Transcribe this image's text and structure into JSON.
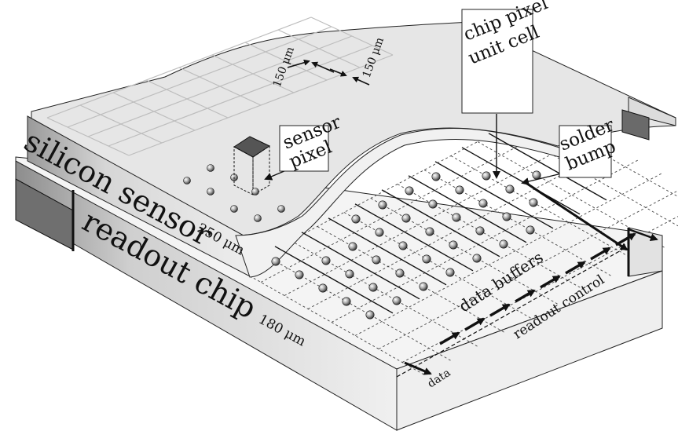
{
  "labels": {
    "silicon_sensor": "silicon sensor",
    "sensor_thickness": "250 μm",
    "readout_chip": "readout chip",
    "chip_thickness": "180 μm",
    "pitch_x": "150 μm",
    "pitch_y": "150 μm",
    "sensor_pixel_1": "sensor",
    "sensor_pixel_2": "pixel",
    "chip_pixel_1": "chip pixel",
    "chip_pixel_2": "unit cell",
    "solder_1": "solder",
    "solder_2": "bump",
    "data_buffers": "data buffers",
    "readout_control": "readout control",
    "data": "data"
  },
  "colors": {
    "sensor_top": "#e4e4e4",
    "sensor_front": "#d3d3d3",
    "chip_top": "#f2f2f2",
    "chip_front": "#e9e9e9",
    "dark_face": "#7a7a7a",
    "line": "#1a1a1a"
  }
}
